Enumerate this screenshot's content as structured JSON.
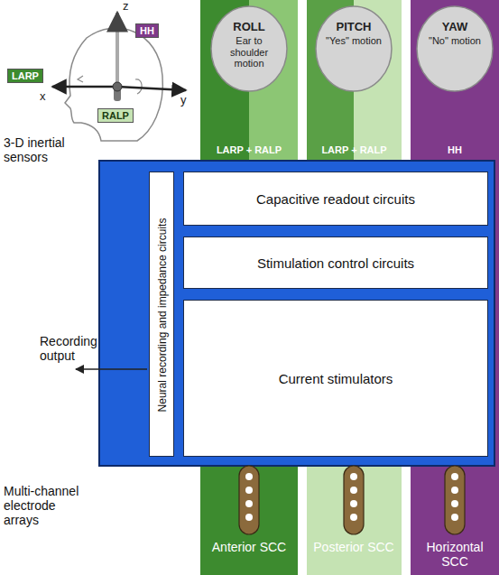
{
  "diagram": {
    "nodes": [
      {
        "text": [
          "HH"
        ]
      },
      {
        "text": [
          "LARP"
        ]
      },
      {
        "text": [
          "RALP"
        ]
      },
      {
        "text": [
          "ROLL",
          "Ear to shoulder motion"
        ]
      },
      {
        "text": [
          "PITCH",
          "\"Yes\" motion"
        ]
      },
      {
        "text": [
          "YAW",
          "\"No\" motion"
        ]
      },
      {
        "text": [
          "Neural recording and impedance circuits"
        ]
      },
      {
        "text": [
          "Capacitive readout circuits"
        ]
      },
      {
        "text": [
          "Stimulation control circuits"
        ]
      },
      {
        "text": [
          "Current stimulators"
        ]
      }
    ],
    "labels": [
      "z",
      "x",
      "y",
      "3-D inertial sensors",
      "LARP + RALP",
      "LARP + RALP",
      "HH",
      "Recording output",
      "Multi-channel electrode arrays",
      "Anterior SCC",
      "Posterior SCC",
      "Horizontal SCC"
    ]
  }
}
